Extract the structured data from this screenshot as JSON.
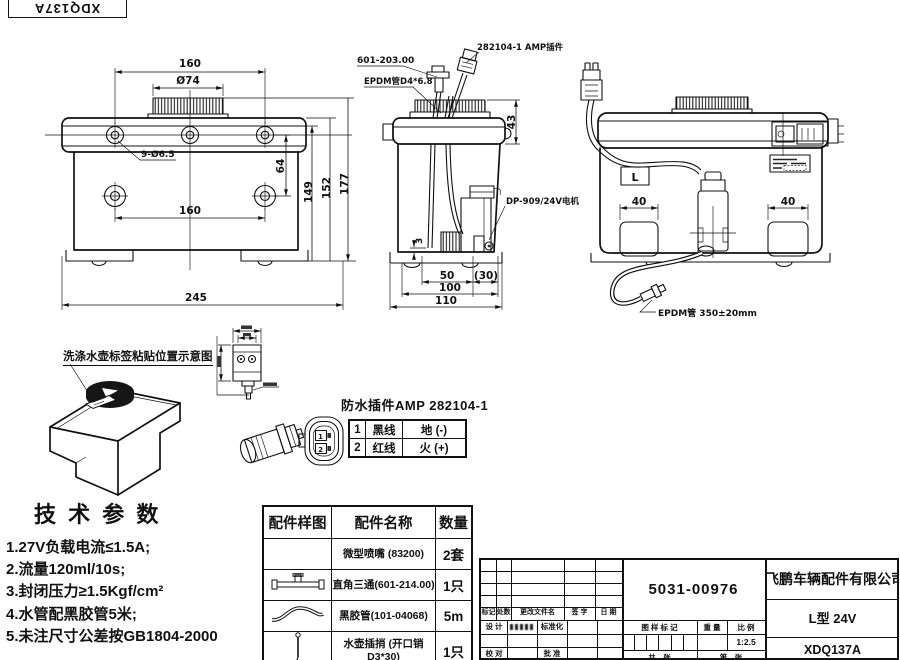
{
  "corner_stamp": {
    "code": "XDQ137A"
  },
  "front_view": {
    "dim_top_span": "160",
    "dim_cap_dia": "Ø74",
    "label_holes": "9-Ø6.5",
    "dim_hole_drop": "64",
    "dim_h_149": "149",
    "dim_h_152": "152",
    "dim_h_177": "177",
    "dim_lower_span": "160",
    "dim_total_width": "245"
  },
  "side_view": {
    "label_fitting": "601-203.00",
    "label_tube": "EPDM管D4*6.8",
    "label_plug": "282104-1 AMP插件",
    "label_motor": "DP-909/24V电机",
    "dim_cap_height": "43",
    "dim_foot_thk": "3",
    "dim_50": "50",
    "dim_30": "(30)",
    "dim_100": "100",
    "dim_110": "110"
  },
  "back_view": {
    "label_mark": "L",
    "dim_foot_left": "40",
    "dim_foot_right": "40",
    "label_hose": "EPDM管 350±20mm"
  },
  "iso_view": {
    "note": "洗涤水壶标签粘贴位置示意图"
  },
  "connector": {
    "title": "防水插件AMP 282104-1",
    "pin1_no": "1",
    "pin1_wire": "黑线",
    "pin1_func": "地 (-)",
    "pin2_no": "2",
    "pin2_wire": "红线",
    "pin2_func": "火 (+)"
  },
  "tech_params": {
    "title": "技 术 参 数",
    "items": [
      "1.27V负载电流≤1.5A;",
      "2.流量120ml/10s;",
      "3.封闭压力≥1.5Kgf/cm²",
      "4.水管配黑胶管5米;",
      "5.未注尺寸公差按GB1804-2000"
    ]
  },
  "parts_table": {
    "col_sample": "配件样图",
    "col_name": "配件名称",
    "col_qty": "数量",
    "rows": [
      {
        "name": "微型喷嘴 (83200)",
        "qty": "2套"
      },
      {
        "name": "直角三通(601-214.00)",
        "qty": "1只"
      },
      {
        "name": "黑胶管(101-04068)",
        "qty": "5m"
      },
      {
        "name": "水壶插捎 (开口销 D3*30)",
        "qty": "1只"
      }
    ]
  },
  "title_block": {
    "part_no": "5031-00976",
    "company": "飞鹏车辆配件有限公司",
    "model": "L型 24V",
    "drawing_no": "XDQ137A",
    "scale": "1:2.5",
    "lbl_mark": "标记",
    "lbl_count": "处数",
    "lbl_change_doc": "更改文件名",
    "lbl_sign": "签 字",
    "lbl_date": "日 期",
    "lbl_design": "设 计",
    "lbl_standard": "标准化",
    "lbl_check": "校 对",
    "lbl_approve": "批 准",
    "lbl_stamp": "图 样 标 记",
    "lbl_weight": "重 量",
    "lbl_scale": "比 例",
    "lbl_sheets": "共　张",
    "lbl_page": "第　张"
  }
}
